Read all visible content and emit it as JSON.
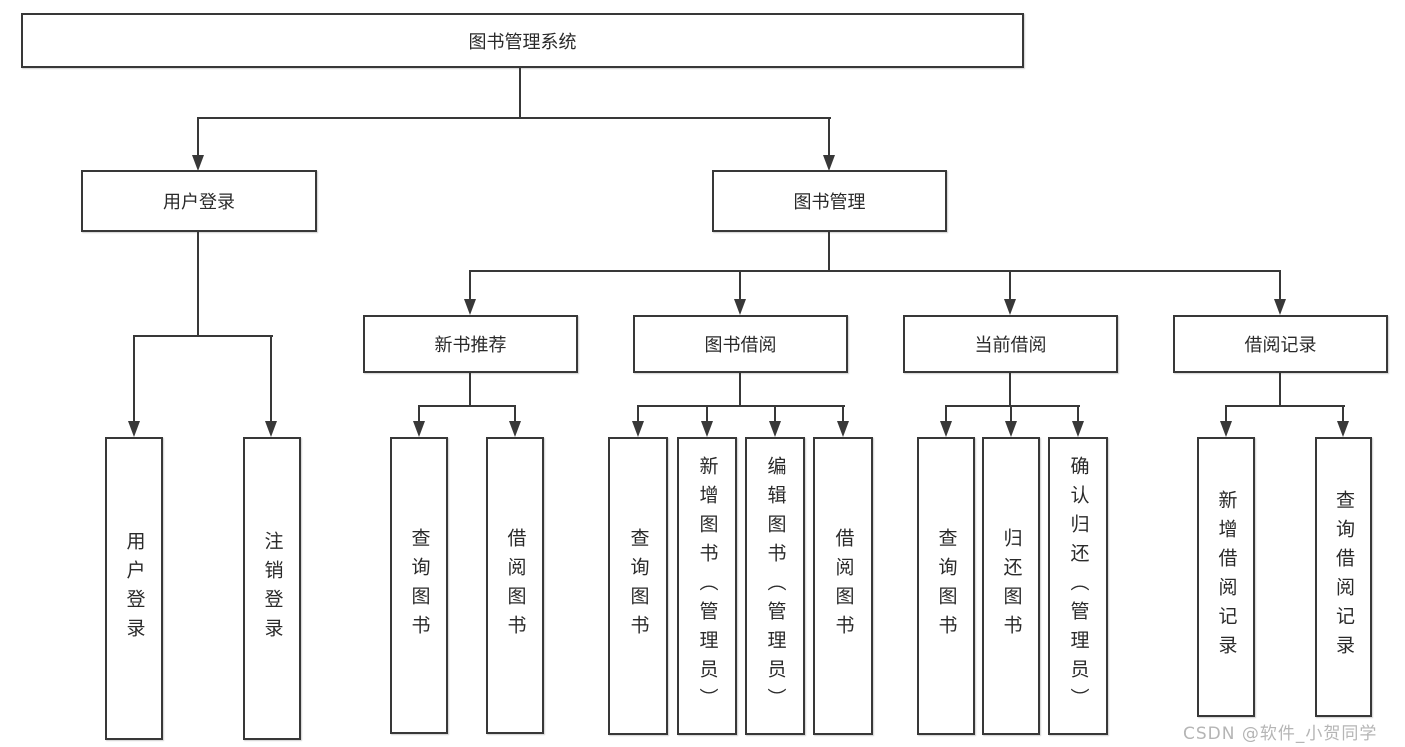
{
  "diagram": {
    "root": {
      "label": "图书管理系统"
    },
    "branches": [
      {
        "label": "用户登录",
        "children": [
          {
            "label": "用户登录"
          },
          {
            "label": "注销登录"
          }
        ]
      },
      {
        "label": "图书管理",
        "children": [
          {
            "label": "新书推荐",
            "children": [
              {
                "label": "查询图书"
              },
              {
                "label": "借阅图书"
              }
            ]
          },
          {
            "label": "图书借阅",
            "children": [
              {
                "label": "查询图书"
              },
              {
                "label": "新增图书（管理员）"
              },
              {
                "label": "编辑图书（管理员）"
              },
              {
                "label": "借阅图书"
              }
            ]
          },
          {
            "label": "当前借阅",
            "children": [
              {
                "label": "查询图书"
              },
              {
                "label": "归还图书"
              },
              {
                "label": "确认归还（管理员）"
              }
            ]
          },
          {
            "label": "借阅记录",
            "children": [
              {
                "label": "新增借阅记录"
              },
              {
                "label": "查询借阅记录"
              }
            ]
          }
        ]
      }
    ]
  },
  "watermark": {
    "text": "CSDN @软件_小贺同学"
  },
  "colors": {
    "line": "#383838",
    "text": "#2a2a2a",
    "background": "#ffffff",
    "watermark": "#b5b5b5"
  }
}
